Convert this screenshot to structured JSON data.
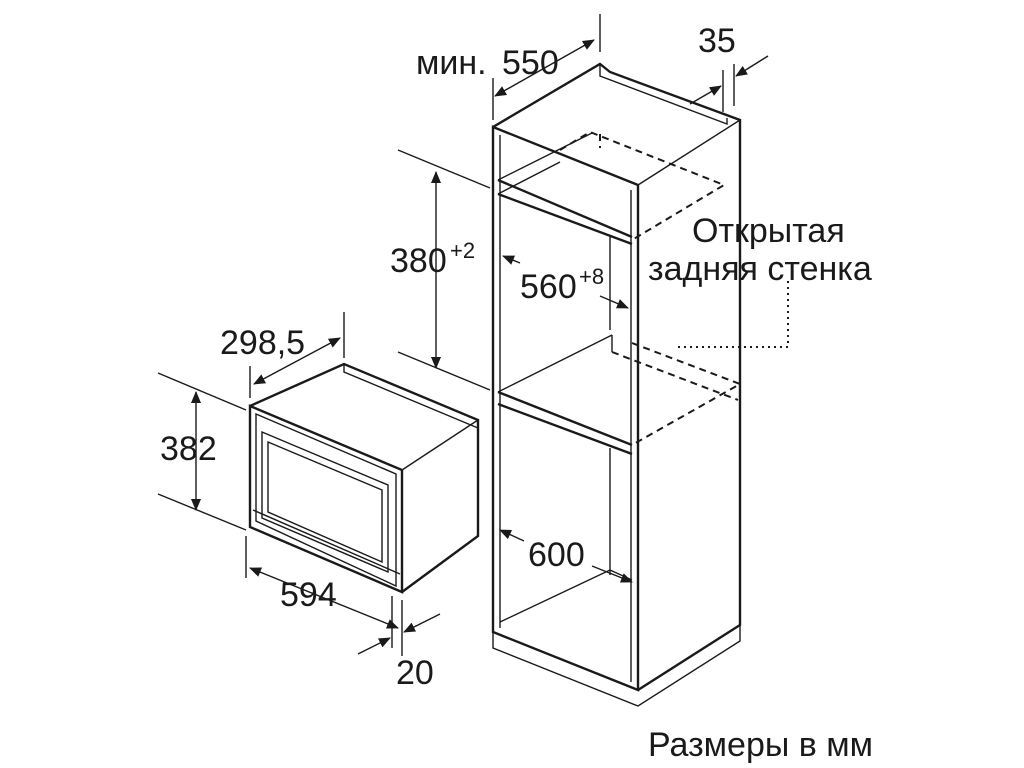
{
  "dimensions": {
    "niche_depth_prefix": "мин.",
    "niche_depth": "550",
    "rear_gap": "35",
    "niche_height": "380",
    "niche_height_tol": "+2",
    "niche_width": "560",
    "niche_width_tol": "+8",
    "cabinet_width": "600",
    "appliance_depth": "298,5",
    "appliance_height": "382",
    "appliance_width": "594",
    "frame_depth": "20"
  },
  "labels": {
    "open_back_line1": "Открытая",
    "open_back_line2": "задняя стенка",
    "units_note": "Размеры в мм"
  }
}
